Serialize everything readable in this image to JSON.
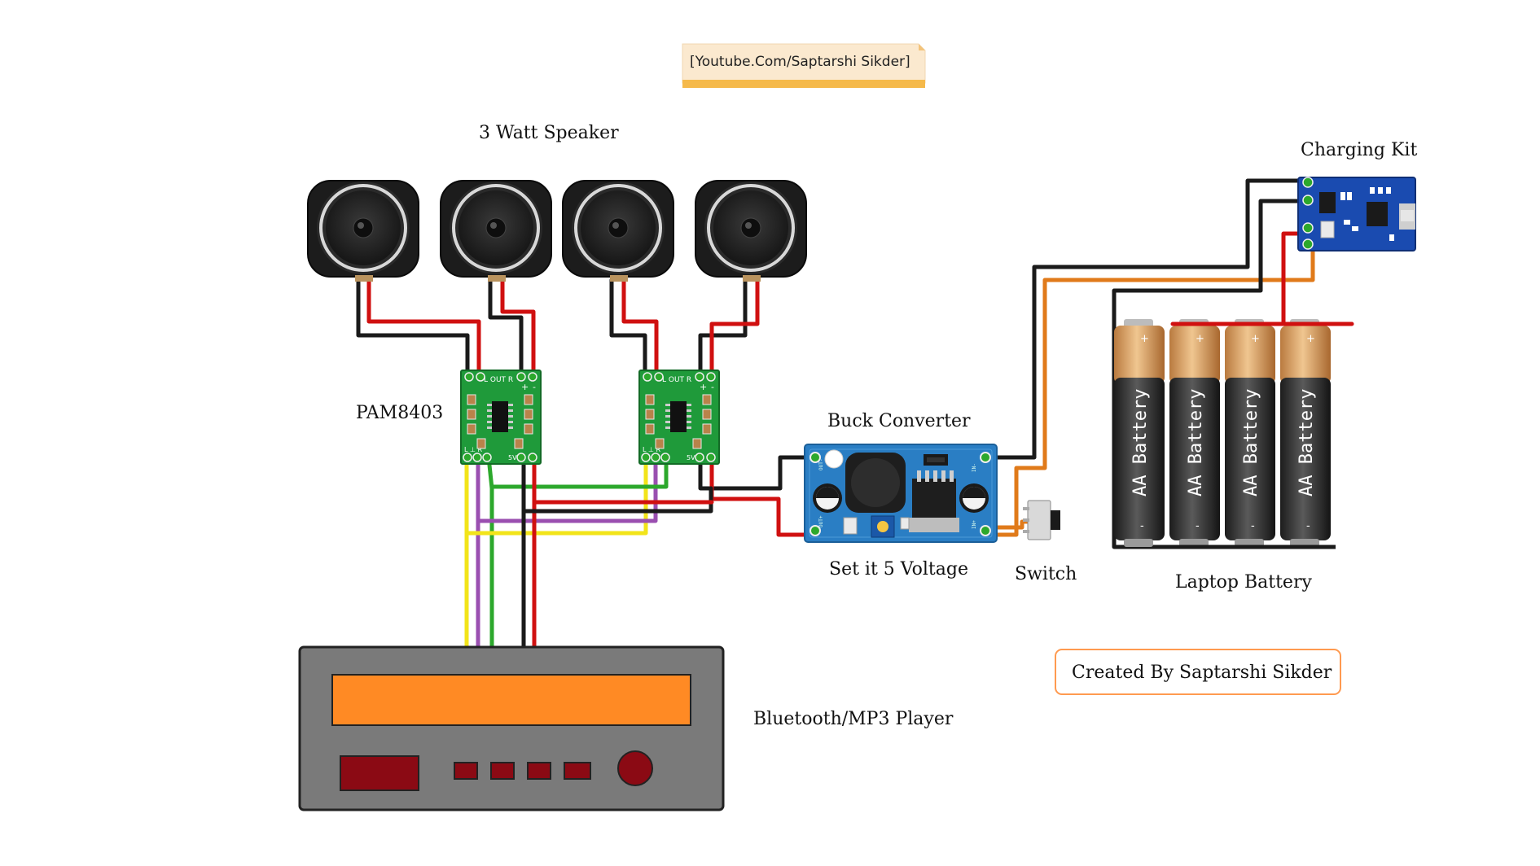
{
  "watermark": "[Youtube.Com/Saptarshi Sikder]",
  "credit": "Created By Saptarshi Sikder",
  "labels": {
    "speaker": "3 Watt Speaker",
    "amp": "PAM8403",
    "buck": "Buck Converter",
    "buck_note": "Set it 5 Voltage",
    "switch": "Switch",
    "charging": "Charging Kit",
    "battery": "Laptop Battery",
    "player": "Bluetooth/MP3 Player"
  },
  "battery_cells": [
    {
      "text": "AA Battery",
      "plus": "+",
      "minus": "-"
    },
    {
      "text": "AA Battery",
      "plus": "+",
      "minus": "-"
    },
    {
      "text": "AA Battery",
      "plus": "+",
      "minus": "-"
    },
    {
      "text": "AA Battery",
      "plus": "+",
      "minus": "-"
    }
  ],
  "amp_board": {
    "out_text": "L  OUT  R",
    "in_text": "L  ⊥  R",
    "power_text": "5V",
    "plus": "+",
    "minus": "-"
  },
  "buck_pins": {
    "out_plus": "OUT+",
    "out_minus": "OUT-",
    "in_plus": "IN+",
    "in_minus": "IN-"
  },
  "colors": {
    "wire_red": "#d01010",
    "wire_black": "#1a1a1a",
    "wire_yellow": "#f2e41a",
    "wire_green": "#2ca82c",
    "wire_purple": "#9a4fb0",
    "wire_orange": "#e07a1a",
    "pcb_green": "#1f9a3a",
    "buck_blue": "#2a7ec4",
    "charger_blue": "#1a4bb0",
    "player_gray": "#7a7a7a",
    "player_screen": "#ff8a24",
    "player_button": "#8b0a14",
    "credit_border": "#ff9a50"
  }
}
